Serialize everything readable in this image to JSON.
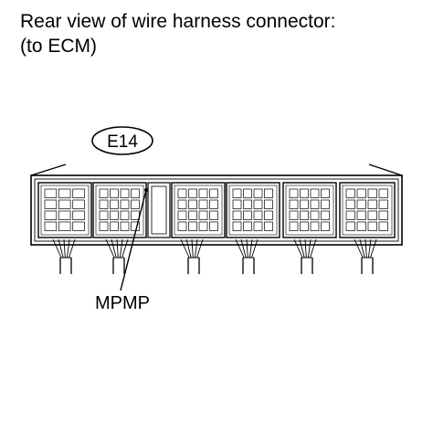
{
  "caption": {
    "line1": "Rear view of wire harness connector:",
    "line2": "(to ECM)"
  },
  "connector": {
    "id": "E14",
    "callout_label": "MPMP",
    "line_color": "#000000",
    "background": "#ffffff"
  }
}
